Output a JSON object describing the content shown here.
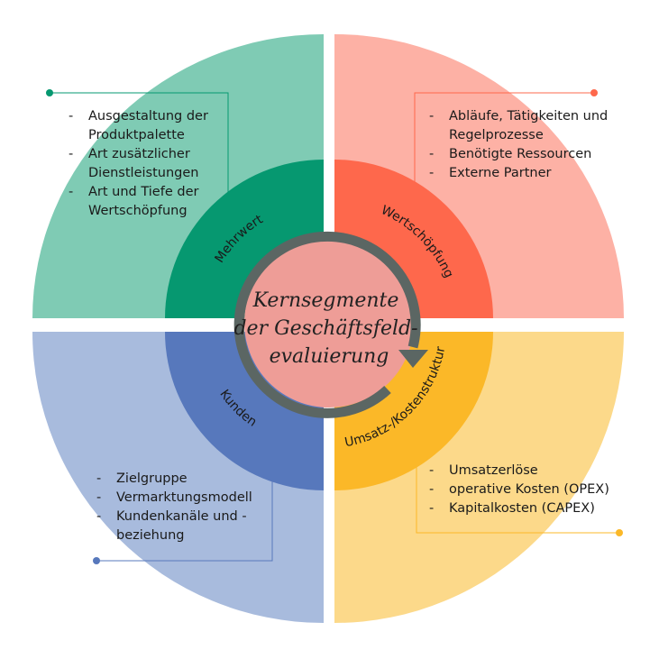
{
  "center": {
    "line1": "Kernsegmente",
    "line2": "der Geschäftsfeld-",
    "line3": "evaluierung"
  },
  "segments": {
    "mehrwert": {
      "label": "Mehrwert",
      "items": [
        "Ausgestaltung der Produktpalette",
        "Art zusätzlicher Dienstleistungen",
        "Art und Tiefe der Wertschöpfung"
      ]
    },
    "wertschoepfung": {
      "label": "Wertschöpfung",
      "items": [
        "Abläufe, Tätigkeiten und Regelprozesse",
        "Benötigte Ressourcen",
        "Externe Partner"
      ]
    },
    "kunden": {
      "label": "Kunden",
      "items": [
        "Zielgruppe",
        "Vermarktungsmodell",
        "Kundenkanäle und -beziehung"
      ]
    },
    "umsatz": {
      "label": "Umsatz-/Kostenstruktur",
      "items": [
        "Umsatzerlöse",
        "operative Kosten (OPEX)",
        "Kapitalkosten (CAPEX)"
      ]
    }
  },
  "colors": {
    "mehrwert_outer": "#7fcbb4",
    "mehrwert_inner": "#069870",
    "wertschoepfung_outer": "#fdb1a5",
    "wertschoepfung_inner": "#fe684c",
    "kunden_outer": "#a8bbdd",
    "kunden_inner": "#5778bc",
    "umsatz_outer": "#fcd98a",
    "umsatz_inner": "#fbb828",
    "center": "#ee9d97",
    "ring": "#5b6663"
  }
}
